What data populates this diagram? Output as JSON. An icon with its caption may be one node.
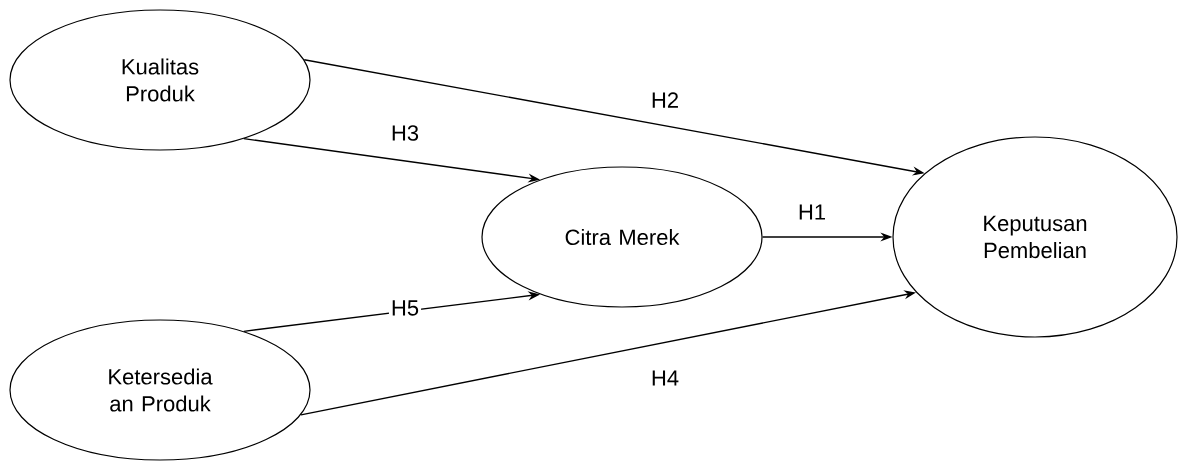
{
  "diagram": {
    "nodes": [
      {
        "text": [
          "Kualitas Produk"
        ]
      },
      {
        "text": [
          "Ketersedia an Produk"
        ]
      },
      {
        "text": [
          "Citra Merek"
        ]
      },
      {
        "text": [
          "Keputusan Pembelian"
        ]
      }
    ],
    "edges": [
      {
        "from": 0,
        "to": 3,
        "arrow": "to",
        "label": "H2"
      },
      {
        "from": 0,
        "to": 2,
        "arrow": "to",
        "label": "H3"
      },
      {
        "from": 2,
        "to": 3,
        "arrow": "to",
        "label": "H1"
      },
      {
        "from": 1,
        "to": 2,
        "arrow": "to",
        "label": "H5"
      },
      {
        "from": 1,
        "to": 3,
        "arrow": "to",
        "label": "H4"
      }
    ]
  }
}
